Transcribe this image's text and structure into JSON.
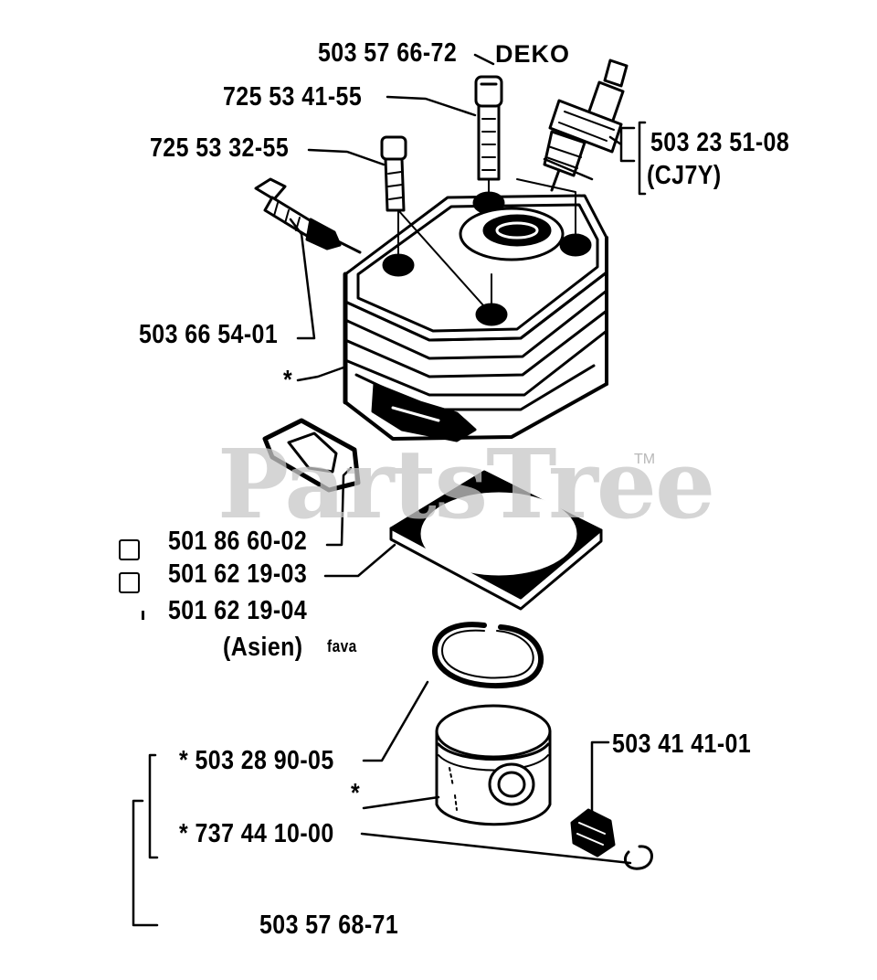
{
  "watermark": {
    "text": "PartsTree",
    "trademark": "TM"
  },
  "brand": {
    "text": "DEKO"
  },
  "parts": {
    "screw_a": "503 57 66-72",
    "screw_b": "725 53 41-55",
    "screw_c": "725 53 32-55",
    "spark_plug": "503 23 51-08",
    "spark_plug_type": "(CJ7Y)",
    "decompression_valve": "503 66 54-01",
    "cylinder_mark": "*",
    "gasket_small": "501 86 60-02",
    "gasket_large": "501 62 19-03",
    "gasket_asia": "501 62 19-04",
    "asia_note": "(Asien)",
    "asia_note_suffix": "fava",
    "piston_ring": "* 503 28 90-05",
    "piston_mark": "*",
    "piston_pin": "* 737 44 10-00",
    "needle_bearing": "503 41 41-01",
    "kit": "503 57 68-71"
  },
  "colors": {
    "ink": "#000000",
    "watermark": "#c8c8c8",
    "background": "#ffffff"
  }
}
